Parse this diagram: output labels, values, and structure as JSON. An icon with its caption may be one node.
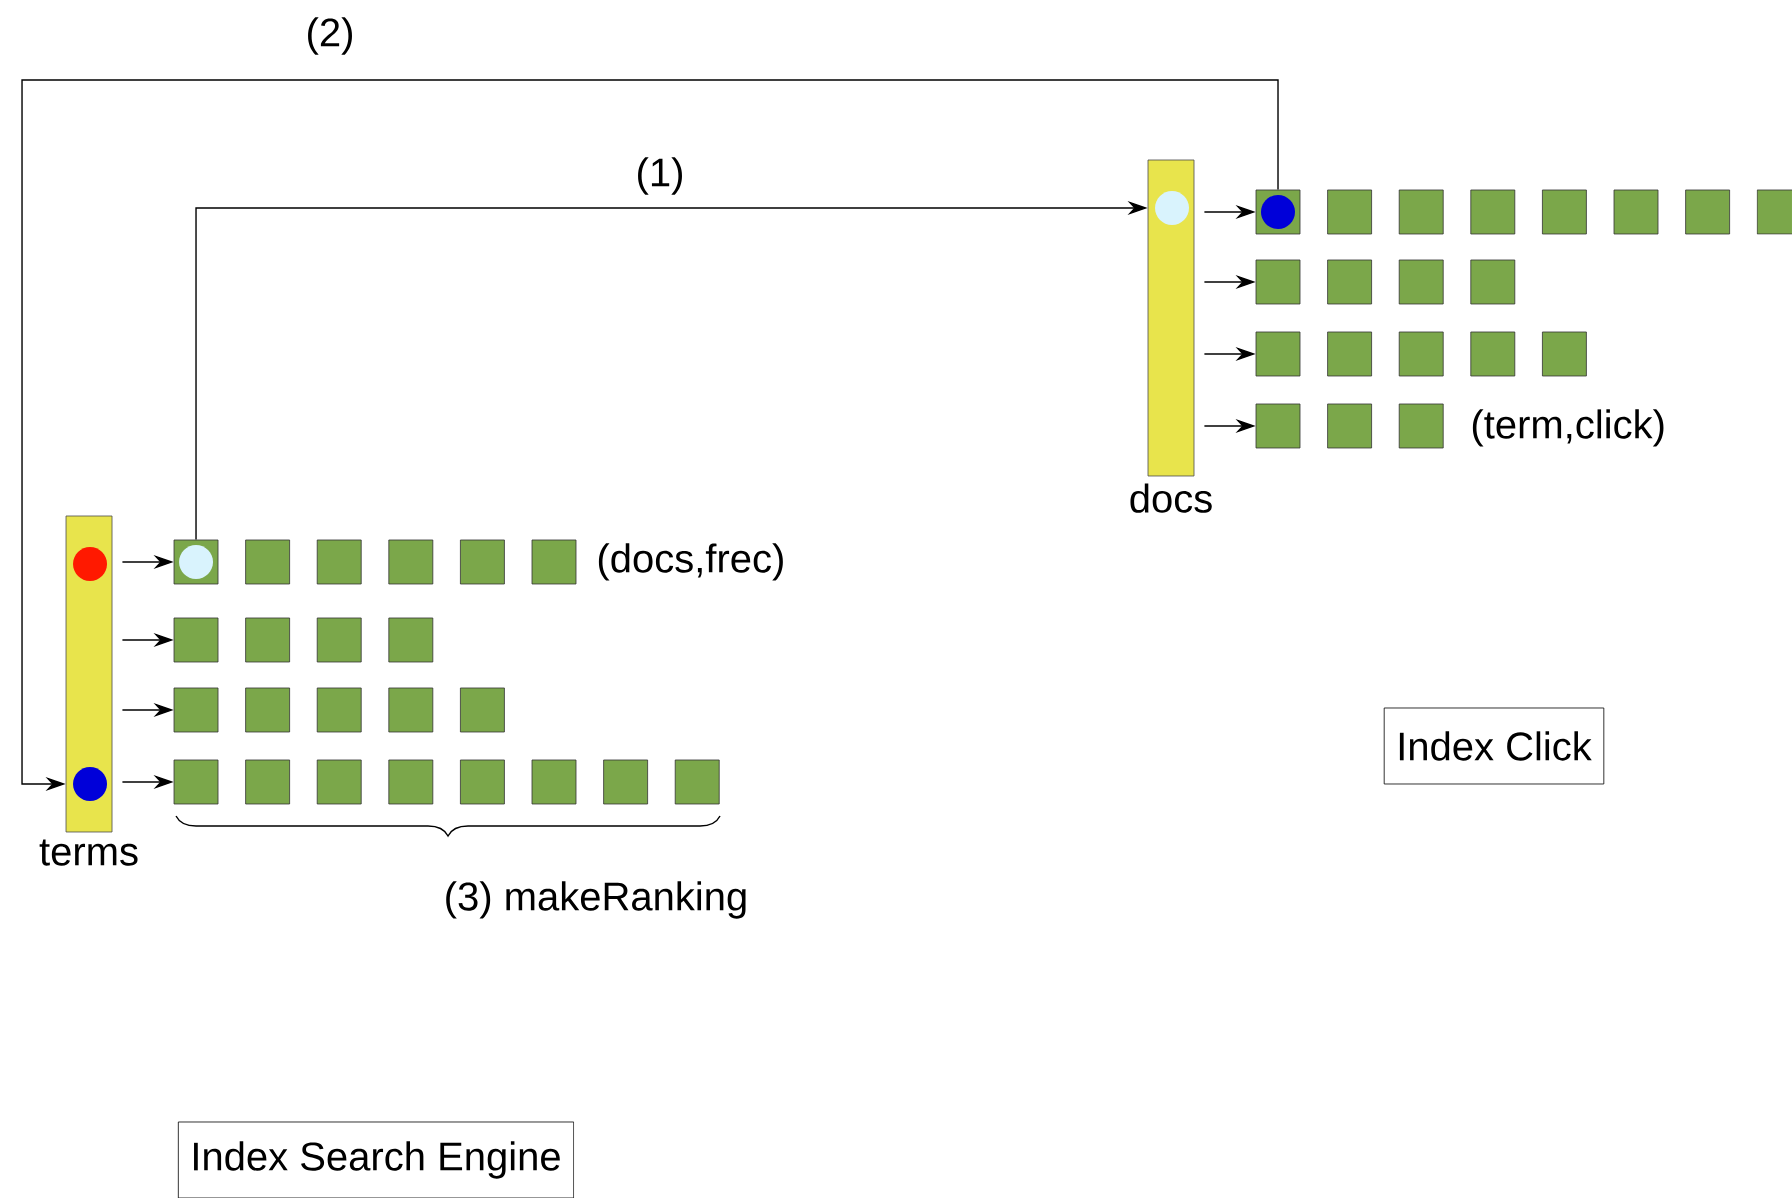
{
  "diagram": {
    "nodes": [
      {
        "text": [
          "terms"
        ]
      },
      {
        "text": [],
        "shape": "circle",
        "in": 0
      },
      {
        "text": [],
        "shape": "circle",
        "in": 0
      },
      {
        "text": [
          "docs"
        ]
      },
      {
        "text": [],
        "shape": "circle",
        "in": 3
      },
      {
        "text": [],
        "shape": "box"
      },
      {
        "text": [],
        "shape": "circle",
        "in": 5
      },
      {
        "text": [],
        "shape": "box"
      },
      {
        "text": [],
        "shape": "box"
      },
      {
        "text": [],
        "shape": "box"
      },
      {
        "text": [],
        "shape": "box"
      },
      {
        "text": [],
        "shape": "box"
      },
      {
        "text": [],
        "shape": "box"
      },
      {
        "text": [],
        "shape": "box"
      },
      {
        "text": [],
        "shape": "box"
      },
      {
        "text": [],
        "shape": "box"
      },
      {
        "text": [],
        "shape": "box"
      },
      {
        "text": [],
        "shape": "box"
      },
      {
        "text": [],
        "shape": "box"
      },
      {
        "text": [],
        "shape": "box"
      },
      {
        "text": [],
        "shape": "box"
      },
      {
        "text": [],
        "shape": "box"
      },
      {
        "text": [],
        "shape": "box"
      },
      {
        "text": [],
        "shape": "box"
      },
      {
        "text": [],
        "shape": "box"
      },
      {
        "text": [],
        "shape": "box"
      },
      {
        "text": [],
        "shape": "box"
      },
      {
        "text": [],
        "shape": "box"
      },
      {
        "text": [],
        "shape": "box"
      },
      {
        "text": [],
        "shape": "box"
      },
      {
        "text": [],
        "shape": "circle",
        "in": 29
      },
      {
        "text": [],
        "shape": "box"
      },
      {
        "text": [],
        "shape": "box"
      },
      {
        "text": [],
        "shape": "box"
      },
      {
        "text": [],
        "shape": "box"
      },
      {
        "text": [],
        "shape": "box"
      },
      {
        "text": [],
        "shape": "box"
      },
      {
        "text": [],
        "shape": "box"
      },
      {
        "text": [],
        "shape": "box"
      },
      {
        "text": [],
        "shape": "box"
      },
      {
        "text": [],
        "shape": "box"
      },
      {
        "text": [],
        "shape": "box"
      },
      {
        "text": [],
        "shape": "box"
      },
      {
        "text": [],
        "shape": "box"
      },
      {
        "text": [],
        "shape": "box"
      },
      {
        "text": [],
        "shape": "box"
      },
      {
        "text": [],
        "shape": "box"
      },
      {
        "text": [],
        "shape": "box"
      },
      {
        "text": [],
        "shape": "box"
      },
      {
        "text": [],
        "shape": "box"
      },
      {
        "text": [
          "Index Click"
        ]
      },
      {
        "text": [
          "Index Search Engine"
        ]
      }
    ],
    "edges": [
      {
        "from": 0,
        "to": 5,
        "arrow": "to"
      },
      {
        "from": 0,
        "to": 12,
        "arrow": "to"
      },
      {
        "from": 0,
        "to": 16,
        "arrow": "to"
      },
      {
        "from": 0,
        "to": 21,
        "arrow": "to"
      },
      {
        "from": 3,
        "to": 29,
        "arrow": "to"
      },
      {
        "from": 3,
        "to": 38,
        "arrow": "to"
      },
      {
        "from": 3,
        "to": 42,
        "arrow": "to"
      },
      {
        "from": 3,
        "to": 47,
        "arrow": "to"
      },
      {
        "from": 5,
        "to": 3,
        "arrow": "to",
        "label": "(1)"
      },
      {
        "from": 29,
        "to": 0,
        "arrow": "to",
        "label": "(2)"
      }
    ],
    "labels": [
      "(term,click)",
      "(docs,frec)",
      "(3) makeRanking"
    ]
  }
}
